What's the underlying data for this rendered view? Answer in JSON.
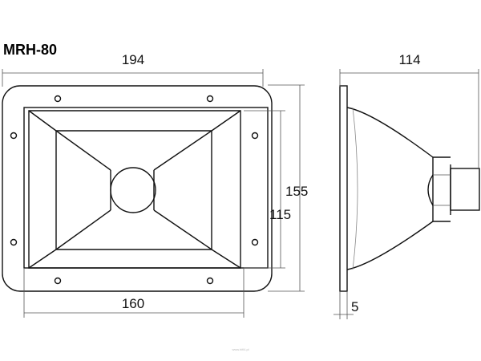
{
  "model": "MRH-80",
  "dimensions": {
    "width": "194",
    "height": "155",
    "inner_width": "160",
    "inner_height": "115",
    "depth": "114",
    "flange_thickness": "5"
  },
  "watermark": "www.hifi4.pl"
}
